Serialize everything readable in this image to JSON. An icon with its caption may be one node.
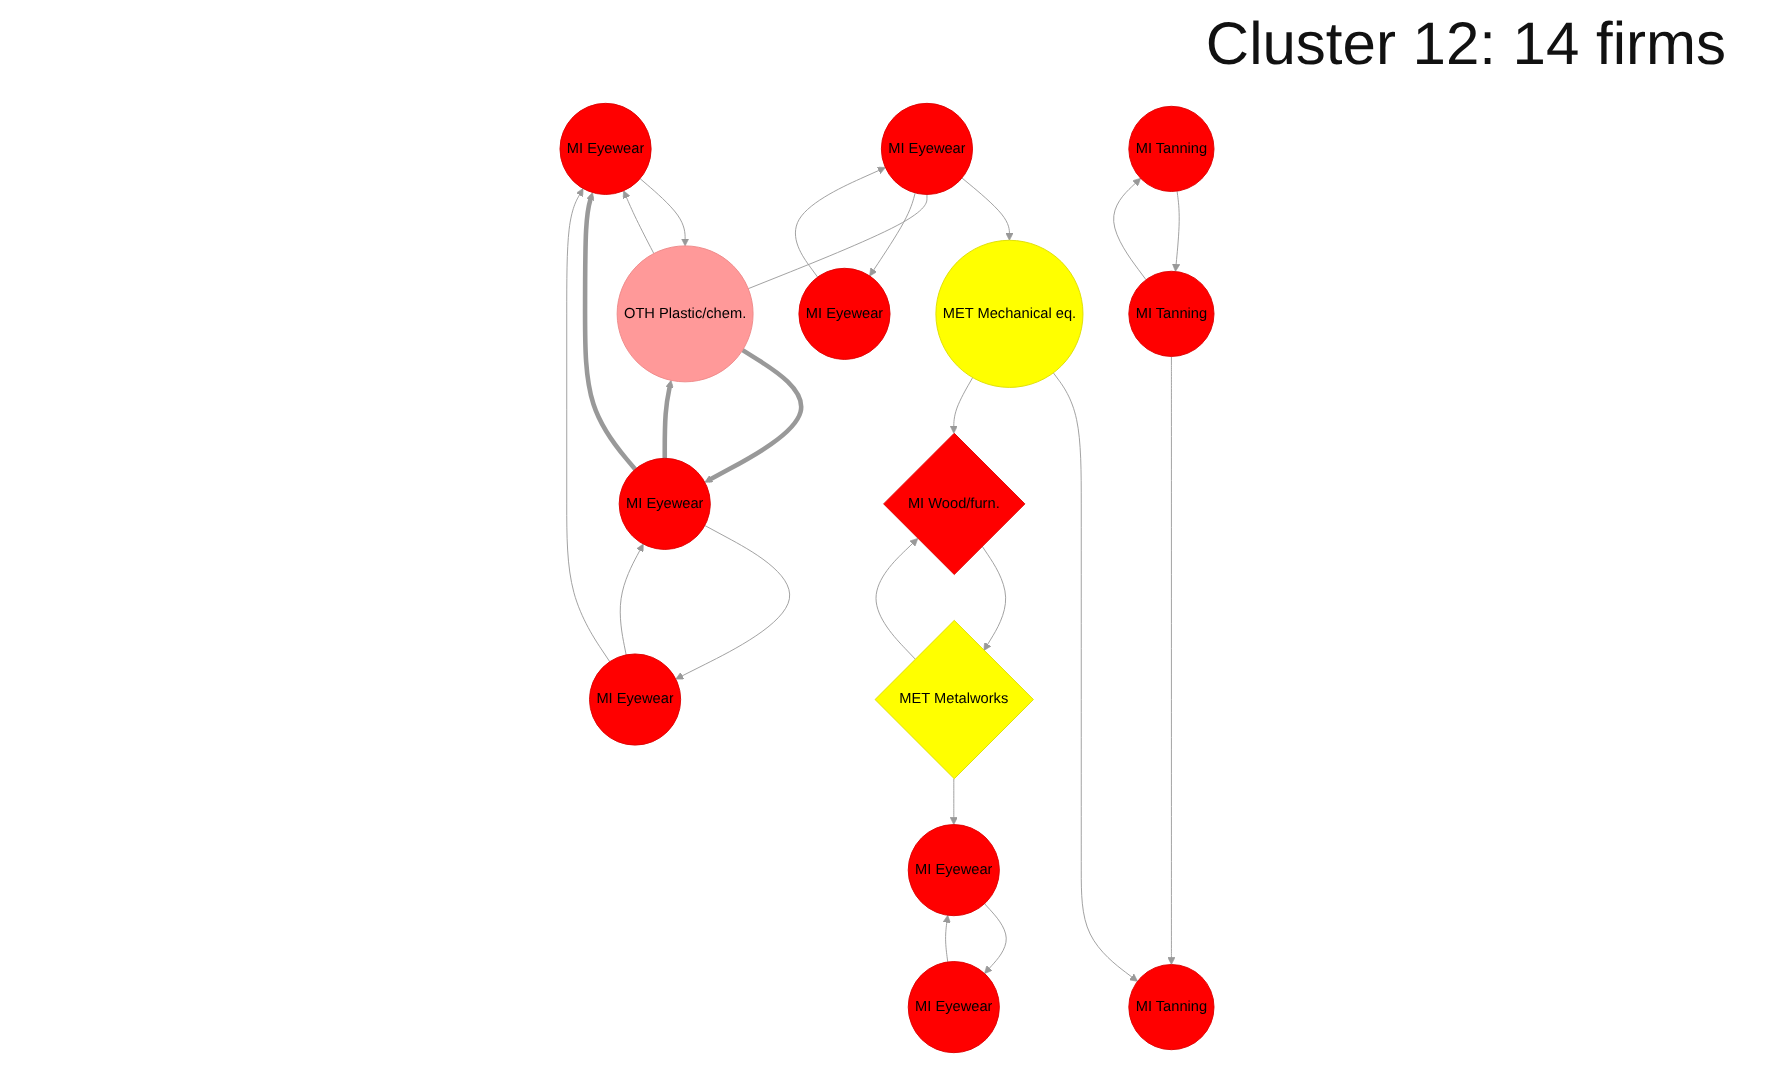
{
  "diagram": {
    "title": "Cluster 12: 14 firms",
    "nodes": [
      {
        "text": [
          "MI Tanning"
        ]
      },
      {
        "text": [
          "MI Tanning"
        ]
      },
      {
        "text": [
          "MI Tanning"
        ]
      },
      {
        "text": [
          "MI Eyewear"
        ]
      },
      {
        "text": [
          "MET Mechanical eq."
        ]
      },
      {
        "text": [
          "MI Eyewear"
        ]
      },
      {
        "text": [
          "MI Eyewear"
        ]
      },
      {
        "text": [
          "MI Wood/furn."
        ]
      },
      {
        "text": [
          "OTH Plastic/chem."
        ]
      },
      {
        "text": [
          "MET Metalworks"
        ]
      },
      {
        "text": [
          "MI Eyewear"
        ]
      },
      {
        "text": [
          "MI Eyewear"
        ]
      },
      {
        "text": [
          "MI Eyewear"
        ]
      },
      {
        "text": [
          "MI Eyewear"
        ]
      }
    ],
    "edges": [
      {
        "from": 0,
        "to": 1,
        "arrow": "to"
      },
      {
        "from": 1,
        "to": 0,
        "arrow": "to"
      },
      {
        "from": 1,
        "to": 2,
        "arrow": "to"
      },
      {
        "from": 4,
        "to": 2,
        "arrow": "to"
      },
      {
        "from": 4,
        "to": 7,
        "arrow": "to"
      },
      {
        "from": 9,
        "to": 7,
        "arrow": "to"
      },
      {
        "from": 7,
        "to": 9,
        "arrow": "to"
      },
      {
        "from": 9,
        "to": 10,
        "arrow": "to"
      },
      {
        "from": 5,
        "to": 10,
        "arrow": "to"
      },
      {
        "from": 10,
        "to": 5,
        "arrow": "to"
      },
      {
        "from": 11,
        "to": 4,
        "arrow": "to"
      },
      {
        "from": 11,
        "to": 8,
        "arrow": "none"
      },
      {
        "from": 11,
        "to": 13,
        "arrow": "to"
      },
      {
        "from": 13,
        "to": 11,
        "arrow": "to"
      },
      {
        "from": 8,
        "to": 3,
        "arrow": "to"
      },
      {
        "from": 3,
        "to": 8,
        "arrow": "to"
      },
      {
        "from": 6,
        "to": 3,
        "arrow": "to"
      },
      {
        "from": 12,
        "to": 3,
        "arrow": "to",
        "style": "thick"
      },
      {
        "from": 12,
        "to": 6,
        "arrow": "to"
      },
      {
        "from": 6,
        "to": 12,
        "arrow": "to"
      },
      {
        "from": 8,
        "to": 12,
        "arrow": "to",
        "style": "thick"
      },
      {
        "from": 12,
        "to": 8,
        "arrow": "to",
        "style": "thick"
      }
    ]
  }
}
